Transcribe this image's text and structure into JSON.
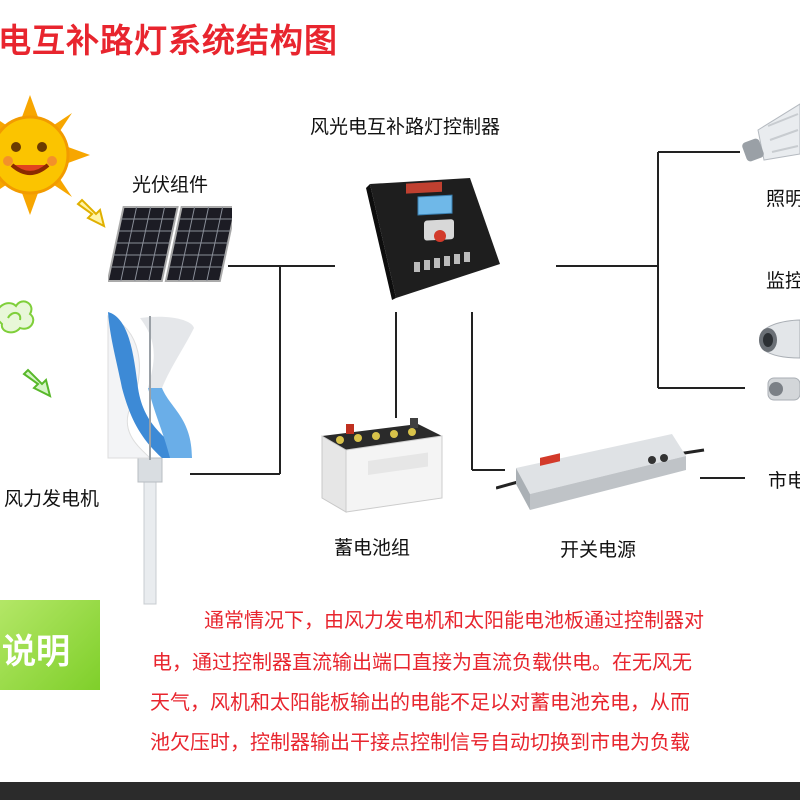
{
  "title": "电互补路灯系统结构图",
  "labels": {
    "controller": "风光电互补路灯控制器",
    "pv": "光伏组件",
    "wind": "风力发电机",
    "battery": "蓄电池组",
    "psu": "开关电源",
    "lighting": "照明",
    "monitor": "监控",
    "grid": "市电"
  },
  "desc_heading": "说明",
  "description": [
    "通常情况下，由风力发电机和太阳能电池板通过控制器对",
    "电，通过控制器直流输出端口直接为直流负载供电。在无风无",
    "天气，风机和太阳能板输出的电能不足以对蓄电池充电，从而",
    "池欠压时，控制器输出干接点控制信号自动切换到市电为负载"
  ],
  "colors": {
    "title": "#e8252e",
    "description": "#e8252e",
    "desc_bg": "#8fd43a",
    "wire": "#222222"
  }
}
